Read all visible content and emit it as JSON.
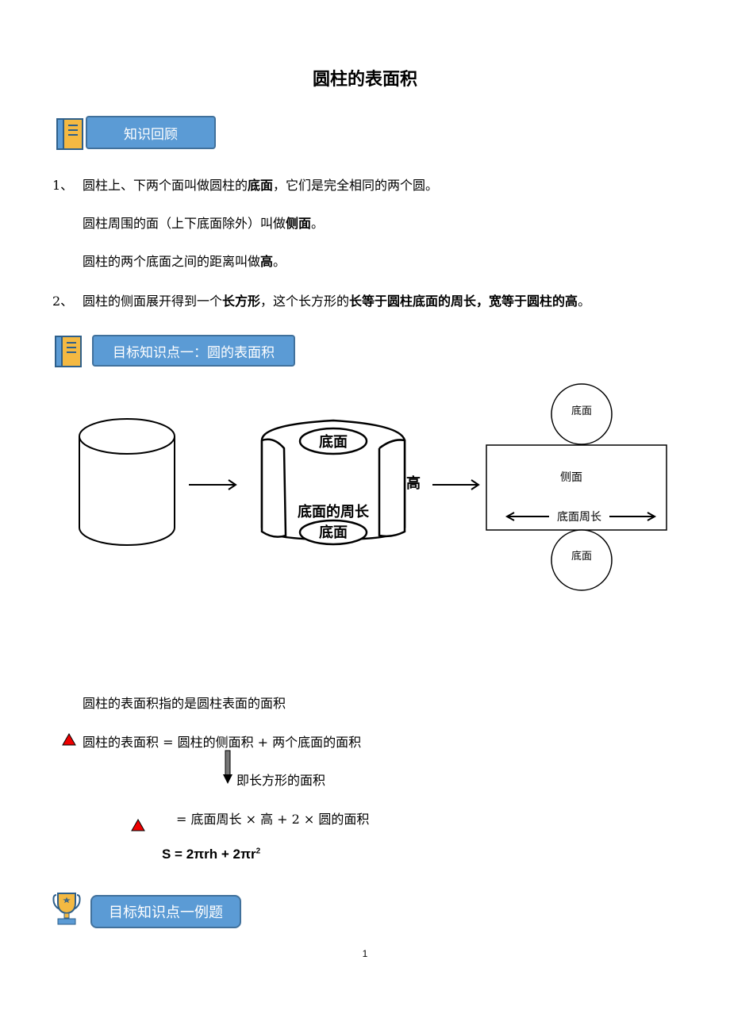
{
  "title": "圆柱的表面积",
  "sections": {
    "review": "知识回顾",
    "target1": "目标知识点一：圆的表面积",
    "example": "目标知识点一例题"
  },
  "review": {
    "n1": "1、",
    "l1a": "圆柱上、下两个面叫做圆柱的",
    "l1b": "底面",
    "l1c": "，它们是完全相同的两个圆。",
    "l2a": "圆柱周围的面（上下底面除外）叫做",
    "l2b": "侧面",
    "l2c": "。",
    "l3a": "圆柱的两个底面之间的距离叫做",
    "l3b": "高",
    "l3c": "。",
    "n2": "2、",
    "l4a": "圆柱的侧面展开得到一个",
    "l4b": "长方形",
    "l4c": "，这个长方形的",
    "l4d": "长等于圆柱底面的周长，宽等于圆柱的高",
    "l4e": "。"
  },
  "diagram": {
    "base": "底面",
    "perimeter": "底面的周长",
    "height": "高",
    "lateral": "侧面",
    "base_perimeter": "底面周长"
  },
  "formula": {
    "intro": "圆柱的表面积指的是圆柱表面的面积",
    "eq1": "圆柱的表面积 = 圆柱的侧面积 + 两个底面的面积",
    "note": "即长方形的面积",
    "eq2": "= 底面周长 × 高 + 2 × 圆的面积",
    "s": "S = 2πrh + 2πr",
    "sup": "2"
  },
  "page_number": "1"
}
